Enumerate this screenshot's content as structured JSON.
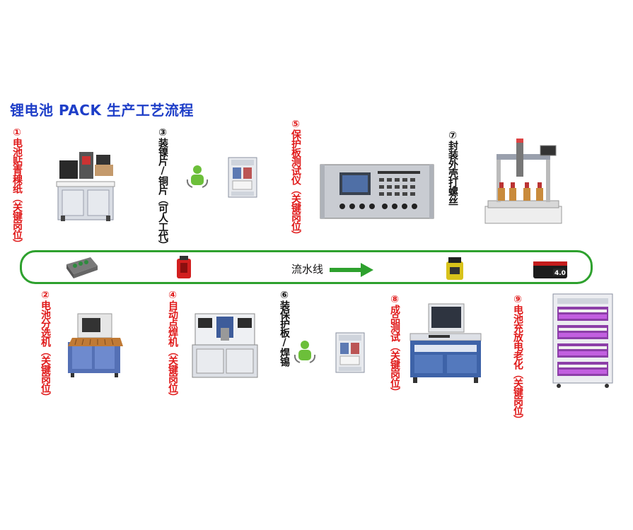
{
  "title": "锂电池 PACK 生产工艺流程",
  "flow_label": "流水线",
  "colors": {
    "title": "#1e3ec8",
    "red_label": "#e01a1a",
    "flow_line": "#2ea12e"
  },
  "steps": [
    {
      "label": "①电池贴青稞纸（关键岗位）"
    },
    {
      "label": "②电池分选机（关键岗位）"
    },
    {
      "label": "③装镍片/铜片（可人工代）"
    },
    {
      "label": "④自动点焊机（关键岗位）"
    },
    {
      "label": "⑤保护板测试仪（关键岗位）"
    },
    {
      "label": "⑥装保护板/焊锡"
    },
    {
      "label": "⑦封装外壳打螺丝"
    },
    {
      "label": "⑧成品测试（关键岗位）"
    },
    {
      "label": "⑨电池充放电老化（关键岗位）"
    }
  ],
  "battery_badge": "4.0"
}
